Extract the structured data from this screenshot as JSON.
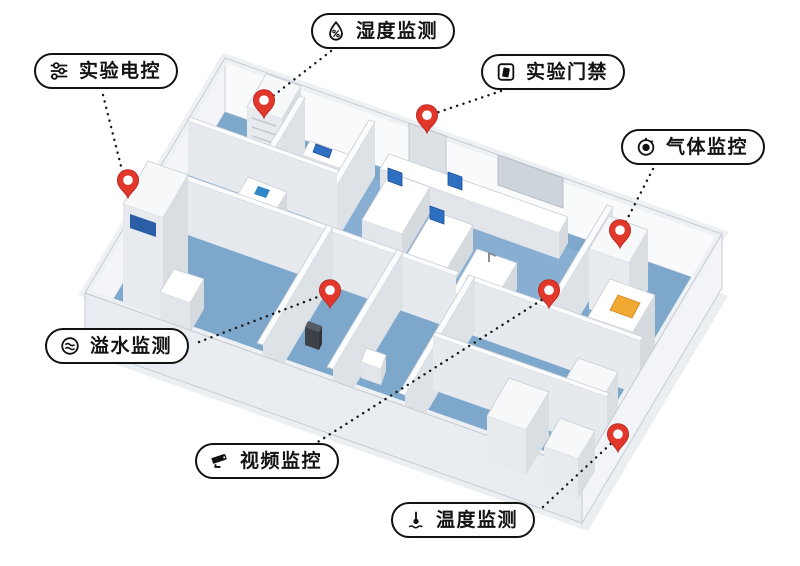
{
  "colors": {
    "pin_red": "#e2382c",
    "floor_blue": "#7ea7cc",
    "equipment_blue": "#2e6fc1",
    "wall_white": "#f4f6f8",
    "label_border": "#121212"
  },
  "labels": {
    "electric": {
      "text": "实验电控",
      "icon": "sliders-icon"
    },
    "humidity": {
      "text": "湿度监测",
      "icon": "humidity-droplet-icon"
    },
    "door": {
      "text": "实验门禁",
      "icon": "access-control-icon"
    },
    "gas": {
      "text": "气体监控",
      "icon": "gas-detector-icon"
    },
    "flood": {
      "text": "溢水监测",
      "icon": "water-overflow-icon"
    },
    "video": {
      "text": "视频监控",
      "icon": "cctv-camera-icon"
    },
    "temperature": {
      "text": "温度监测",
      "icon": "thermometer-icon"
    }
  }
}
